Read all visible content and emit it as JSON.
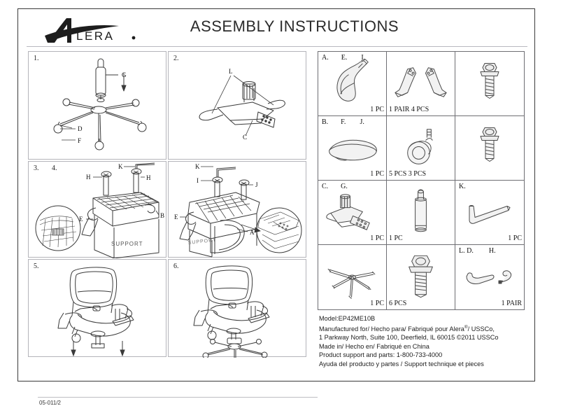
{
  "header": {
    "brand": "ALERA",
    "brand_mark": "alera-swoosh-logo",
    "title": "ASSEMBLY INSTRUCTIONS"
  },
  "steps": [
    {
      "number": "1.",
      "number2": "",
      "callouts": [
        "G",
        "D",
        "F"
      ],
      "art": "gas-cylinder-into-base"
    },
    {
      "number": "2.",
      "number2": "",
      "callouts": [
        "L",
        "C"
      ],
      "art": "seat-mechanism-with-levers"
    },
    {
      "number": "3.",
      "number2": "4.",
      "callouts": [
        "K",
        "H",
        "H",
        "E",
        "B"
      ],
      "support_text": "SUPPORT",
      "art": "seat-pan-on-support-box"
    },
    {
      "number": "",
      "number2": "",
      "callouts": [
        "K",
        "I",
        "J",
        "E",
        "A"
      ],
      "support_text": "SUPPORT",
      "art": "mechanism-to-seat-detail"
    },
    {
      "number": "5.",
      "number2": "",
      "callouts": [],
      "art": "chair-lowering-onto-base"
    },
    {
      "number": "6.",
      "number2": "",
      "callouts": [],
      "art": "completed-chair"
    }
  ],
  "footer_code": "05-011/2",
  "parts_table": {
    "rows": [
      {
        "cells": [
          {
            "labels": [
              "A.",
              "E.",
              "I."
            ],
            "qty": "1 PC",
            "qty_align": "right",
            "art": "armrest-part"
          },
          {
            "labels": [],
            "qty": "1 PAIR 4 PCS",
            "qty_align": "left",
            "art": "armrest-pair-brackets"
          },
          {
            "labels": [],
            "qty": "",
            "qty_align": "right",
            "art": "hex-flange-screw"
          }
        ]
      },
      {
        "cells": [
          {
            "labels": [
              "B.",
              "F.",
              "J."
            ],
            "qty": "1 PC",
            "qty_align": "right",
            "art": "seat-cushion"
          },
          {
            "labels": [],
            "qty": "5 PCS 3 PCS",
            "qty_align": "left",
            "art": "caster-wheel"
          },
          {
            "labels": [],
            "qty": "",
            "qty_align": "right",
            "art": "hex-flange-screw"
          }
        ]
      },
      {
        "cells": [
          {
            "labels": [
              "C.",
              "G."
            ],
            "qty": "1 PC",
            "qty_align": "right",
            "art": "seat-mechanism"
          },
          {
            "labels": [],
            "qty": "1 PC",
            "qty_align": "left",
            "art": "gas-cylinder"
          },
          {
            "labels": [
              "K."
            ],
            "qty": "1 PC",
            "qty_align": "right",
            "art": "allen-wrench"
          }
        ]
      },
      {
        "cells": [
          {
            "labels": [],
            "qty": "1 PC",
            "qty_align": "right",
            "art": "five-star-base"
          },
          {
            "labels": [],
            "qty": "6 PCS",
            "qty_align": "left",
            "art": "hex-flange-screw-large"
          },
          {
            "labels": [
              "L. D.",
              "H."
            ],
            "qty": "1 PAIR",
            "qty_align": "right",
            "art": "lever-handles-pair"
          }
        ]
      }
    ]
  },
  "info": {
    "model_label": "Model:",
    "model_value": "EP42ME10B",
    "line2_pre": "Manufactured for/ Hecho para/ Fabriqué pour Alera",
    "line2_sup": "®",
    "line2_post": "/ USSCo,",
    "line3": "1 Parkway North, Suite 100, Deerfield, IL 60015 ©2011 USSCo",
    "line4": "Made in/ Hecho en/ Fabriqué en China",
    "line5": "Product support and parts: 1-800-733-4000",
    "line6": "Ayuda del producto y partes / Support technique et pieces"
  }
}
